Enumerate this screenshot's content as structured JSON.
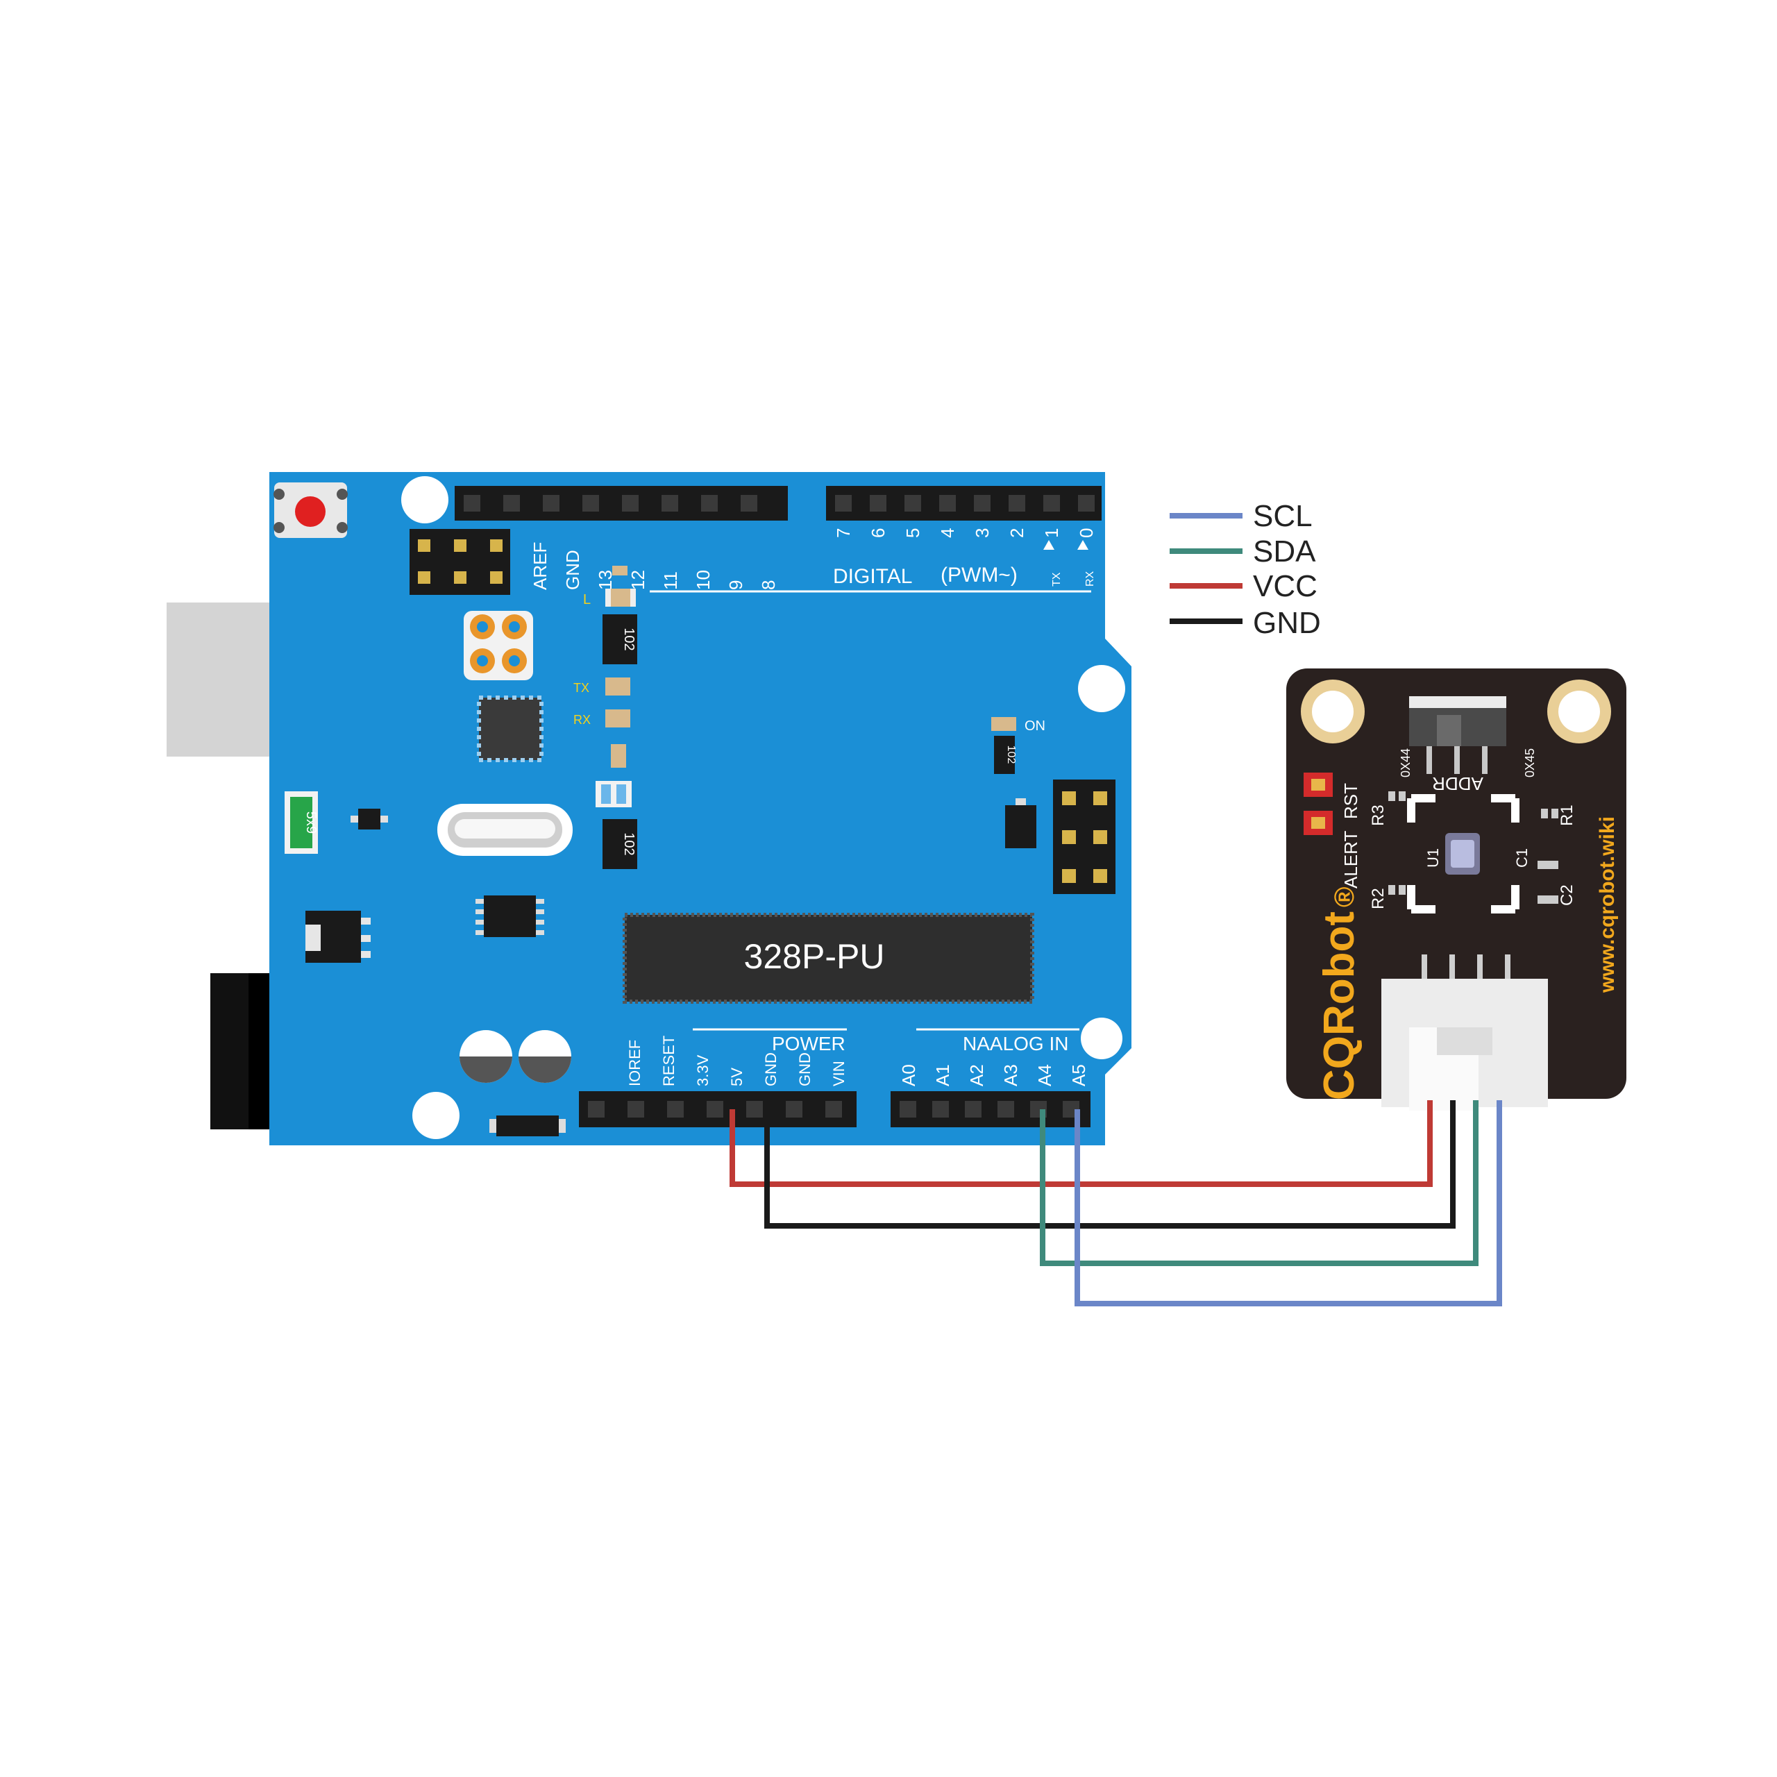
{
  "legend": {
    "items": [
      {
        "label": "SCL",
        "color": "#6b86c8"
      },
      {
        "label": "SDA",
        "color": "#3f8a7c"
      },
      {
        "label": "VCC",
        "color": "#bf3a35"
      },
      {
        "label": "GND",
        "color": "#1a1a1a"
      }
    ]
  },
  "arduino": {
    "board_color": "#1b8fd6",
    "chip_label": "328P-PU",
    "fuse_label": "5x9",
    "digital_label": "DIGITAL",
    "pwm_label": "(PWM~)",
    "tx_small": "TX",
    "rx_small": "RX",
    "led_l": "L",
    "led_tx": "TX",
    "led_rx": "RX",
    "led_on": "ON",
    "resistor_1": "102",
    "resistor_2": "102",
    "resistor_3": "102",
    "power_label": "POWER",
    "analog_label": "NAALOG IN",
    "top_pins_left": [
      "AREF",
      "GND",
      "13",
      "12",
      "11",
      "10",
      "9",
      "8"
    ],
    "top_pins_right": [
      "7",
      "6",
      "5",
      "4",
      "3",
      "2",
      "1",
      "0"
    ],
    "bottom_power_pins": [
      "IOREF",
      "RESET",
      "3.3V",
      "5V",
      "GND",
      "GND",
      "VIN"
    ],
    "bottom_analog_pins": [
      "A0",
      "A1",
      "A2",
      "A3",
      "A4",
      "A5"
    ]
  },
  "module": {
    "brand": "CQRobot",
    "registered": "®",
    "url": "www.cqrobot.wiki",
    "alert_label": "ALERT",
    "rst_label": "RST",
    "addr_label": "ADDR",
    "addr_left": "0X44",
    "addr_right": "0X45",
    "comp_u1": "U1",
    "comp_c1": "C1",
    "comp_c2": "C2",
    "comp_r1": "R1",
    "comp_r2": "R2",
    "comp_r3": "R3"
  }
}
